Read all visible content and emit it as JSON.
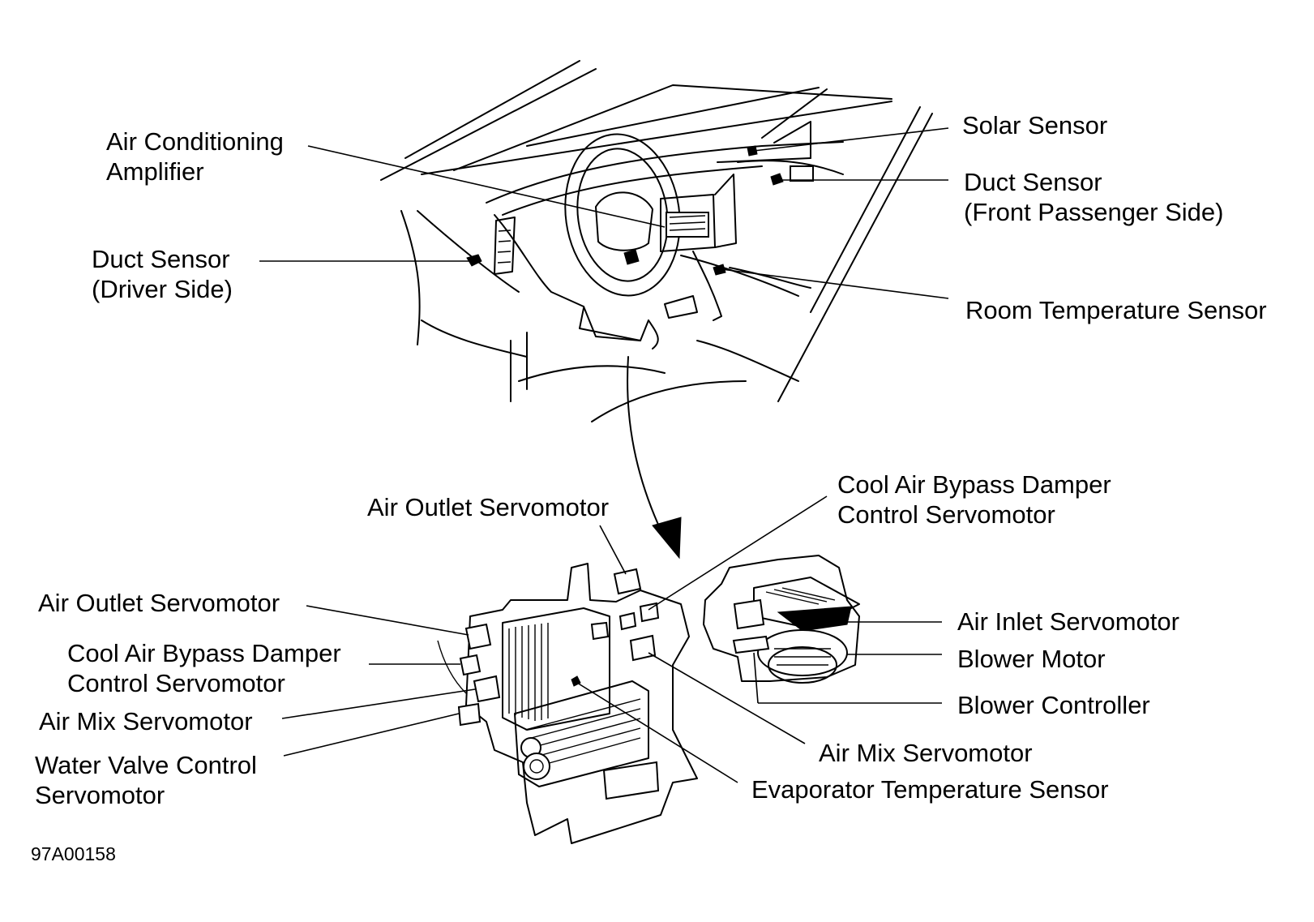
{
  "labels": {
    "ac_amplifier": [
      "Air Conditioning",
      "Amplifier"
    ],
    "duct_sensor_driver": [
      "Duct Sensor",
      "(Driver Side)"
    ],
    "solar_sensor": "Solar Sensor",
    "duct_sensor_passenger": [
      "Duct Sensor",
      "(Front Passenger Side)"
    ],
    "room_temp_sensor": "Room Temperature Sensor",
    "air_outlet_servomotor_top": "Air Outlet Servomotor",
    "cool_air_bypass_right": [
      "Cool Air Bypass Damper",
      "Control Servomotor"
    ],
    "air_outlet_servomotor_left": "Air Outlet Servomotor",
    "cool_air_bypass_left": [
      "Cool Air Bypass Damper",
      "Control Servomotor"
    ],
    "air_mix_servomotor_left": "Air Mix Servomotor",
    "water_valve": [
      "Water Valve Control",
      "Servomotor"
    ],
    "air_inlet_servomotor": "Air Inlet Servomotor",
    "blower_motor": "Blower Motor",
    "blower_controller": "Blower Controller",
    "air_mix_servomotor_right": "Air Mix Servomotor",
    "evaporator_temp_sensor": "Evaporator Temperature Sensor"
  },
  "figure_code": "97A00158"
}
